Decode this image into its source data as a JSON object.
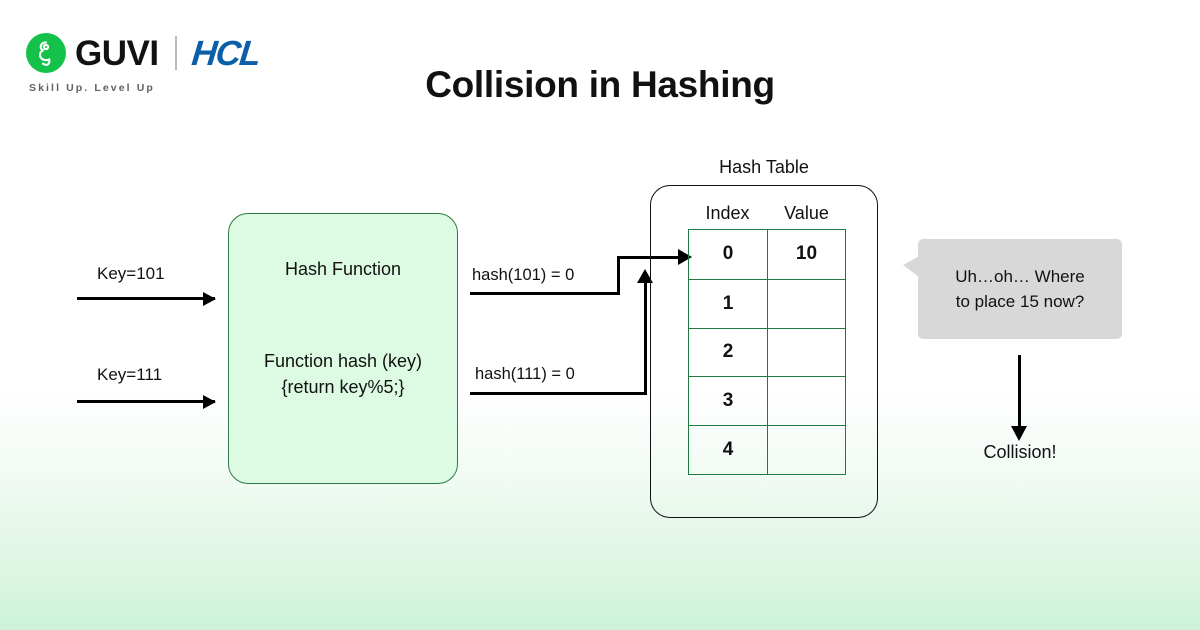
{
  "brand": {
    "logo_icon": "guvi-g-mark-icon",
    "name": "GUVI",
    "partner": "HCL",
    "tagline": "Skill Up. Level Up",
    "green": "#14c24a",
    "blue": "#0b5ea8"
  },
  "title": "Collision in Hashing",
  "inputs": [
    {
      "label": "Key=101"
    },
    {
      "label": "Key=111"
    }
  ],
  "hash_function": {
    "title": "Hash Function",
    "code_line_1": "Function hash (key)",
    "code_line_2": "{return key%5;}",
    "fill": "#ddfbe3",
    "border": "#2c7a44"
  },
  "hash_outputs": [
    {
      "label": "hash(101) = 0"
    },
    {
      "label": "hash(111) = 0"
    }
  ],
  "hash_table": {
    "caption": "Hash Table",
    "columns": [
      "Index",
      "Value"
    ],
    "rows": [
      {
        "index": "0",
        "value": "10"
      },
      {
        "index": "1",
        "value": ""
      },
      {
        "index": "2",
        "value": ""
      },
      {
        "index": "3",
        "value": ""
      },
      {
        "index": "4",
        "value": ""
      }
    ],
    "grid_color": "#1d7a41"
  },
  "callout": {
    "line_1": "Uh…oh… Where",
    "line_2": "to place 15 now?",
    "background": "#d8d8d8"
  },
  "result": {
    "label": "Collision!"
  },
  "background": {
    "top": "#ffffff",
    "bottom": "#cdf3d9"
  }
}
